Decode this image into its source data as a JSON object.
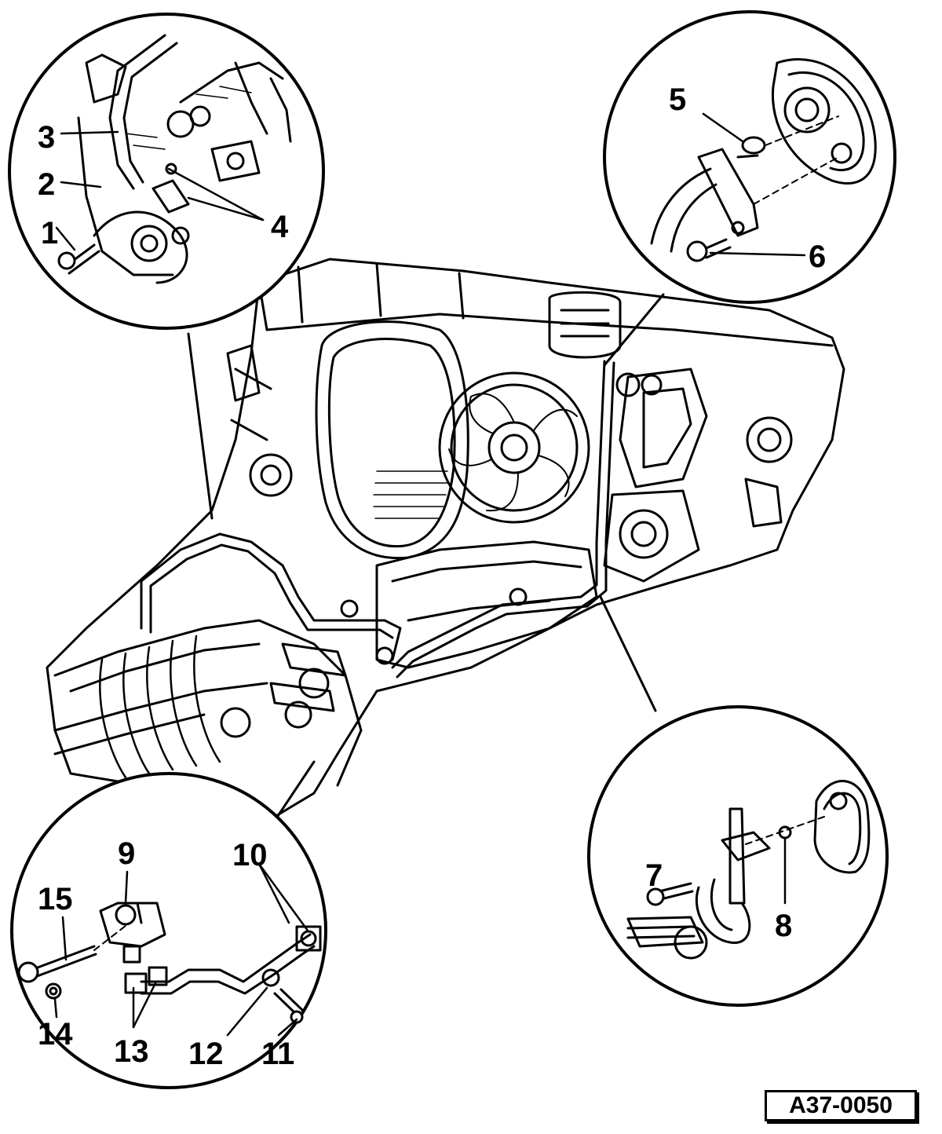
{
  "figure_code": "A37-0050",
  "callouts": [
    {
      "id": "1",
      "label": "1"
    },
    {
      "id": "2",
      "label": "2"
    },
    {
      "id": "3",
      "label": "3"
    },
    {
      "id": "4",
      "label": "4"
    },
    {
      "id": "5",
      "label": "5"
    },
    {
      "id": "6",
      "label": "6"
    },
    {
      "id": "7",
      "label": "7"
    },
    {
      "id": "8",
      "label": "8"
    },
    {
      "id": "9",
      "label": "9"
    },
    {
      "id": "10",
      "label": "10"
    },
    {
      "id": "11",
      "label": "11"
    },
    {
      "id": "12",
      "label": "12"
    },
    {
      "id": "13",
      "label": "13"
    },
    {
      "id": "14",
      "label": "14"
    },
    {
      "id": "15",
      "label": "15"
    }
  ],
  "detail_views": [
    "detail-top-left",
    "detail-top-right",
    "detail-bottom-right",
    "detail-bottom-left"
  ],
  "colors": {
    "ink": "#000000",
    "paper": "#ffffff"
  }
}
